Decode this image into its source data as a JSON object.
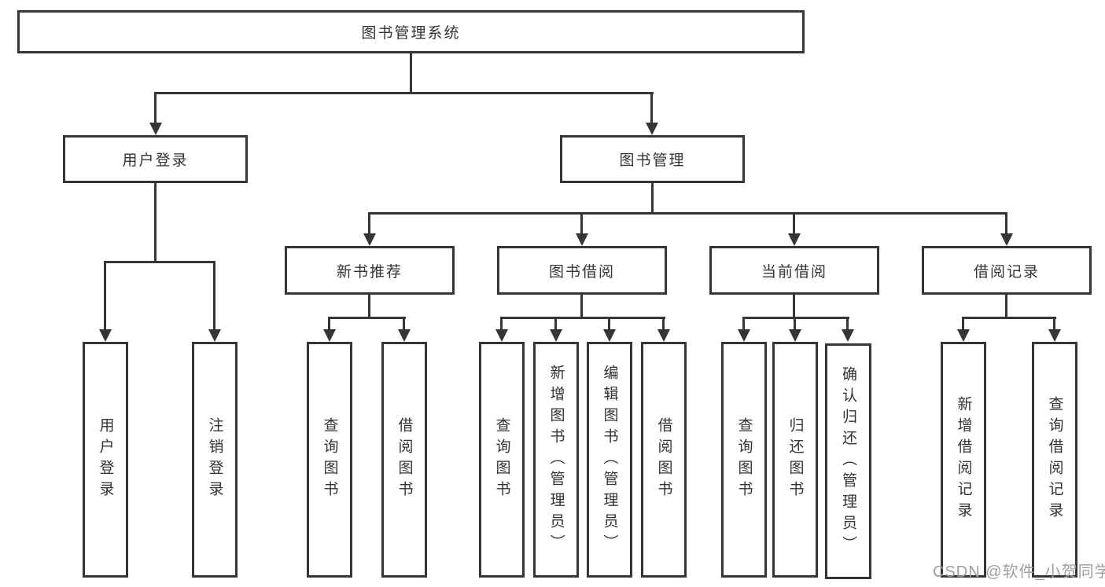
{
  "tree": {
    "root": {
      "label": "图书管理系统"
    },
    "level2": [
      {
        "label": "用户登录"
      },
      {
        "label": "图书管理"
      }
    ],
    "level3": [
      {
        "label": "新书推荐"
      },
      {
        "label": "图书借阅"
      },
      {
        "label": "当前借阅"
      },
      {
        "label": "借阅记录"
      }
    ],
    "leaves": {
      "login": [
        {
          "label": "用户登录"
        },
        {
          "label": "注销登录"
        }
      ],
      "newbook": [
        {
          "label": "查询图书"
        },
        {
          "label": "借阅图书"
        }
      ],
      "borrow": [
        {
          "label": "查询图书"
        },
        {
          "label": "新增图书（管理员）"
        },
        {
          "label": "编辑图书（管理员）"
        },
        {
          "label": "借阅图书"
        }
      ],
      "current": [
        {
          "label": "查询图书"
        },
        {
          "label": "归还图书"
        },
        {
          "label": "确认归还（管理员）"
        }
      ],
      "records": [
        {
          "label": "新增借阅记录"
        },
        {
          "label": "查询借阅记录"
        }
      ]
    }
  },
  "watermark": {
    "text": "CSDN @软件_小贺同学"
  },
  "colors": {
    "line": "#353535",
    "text": "#333333",
    "watermark": "#9e9e9e",
    "background": "#ffffff"
  }
}
